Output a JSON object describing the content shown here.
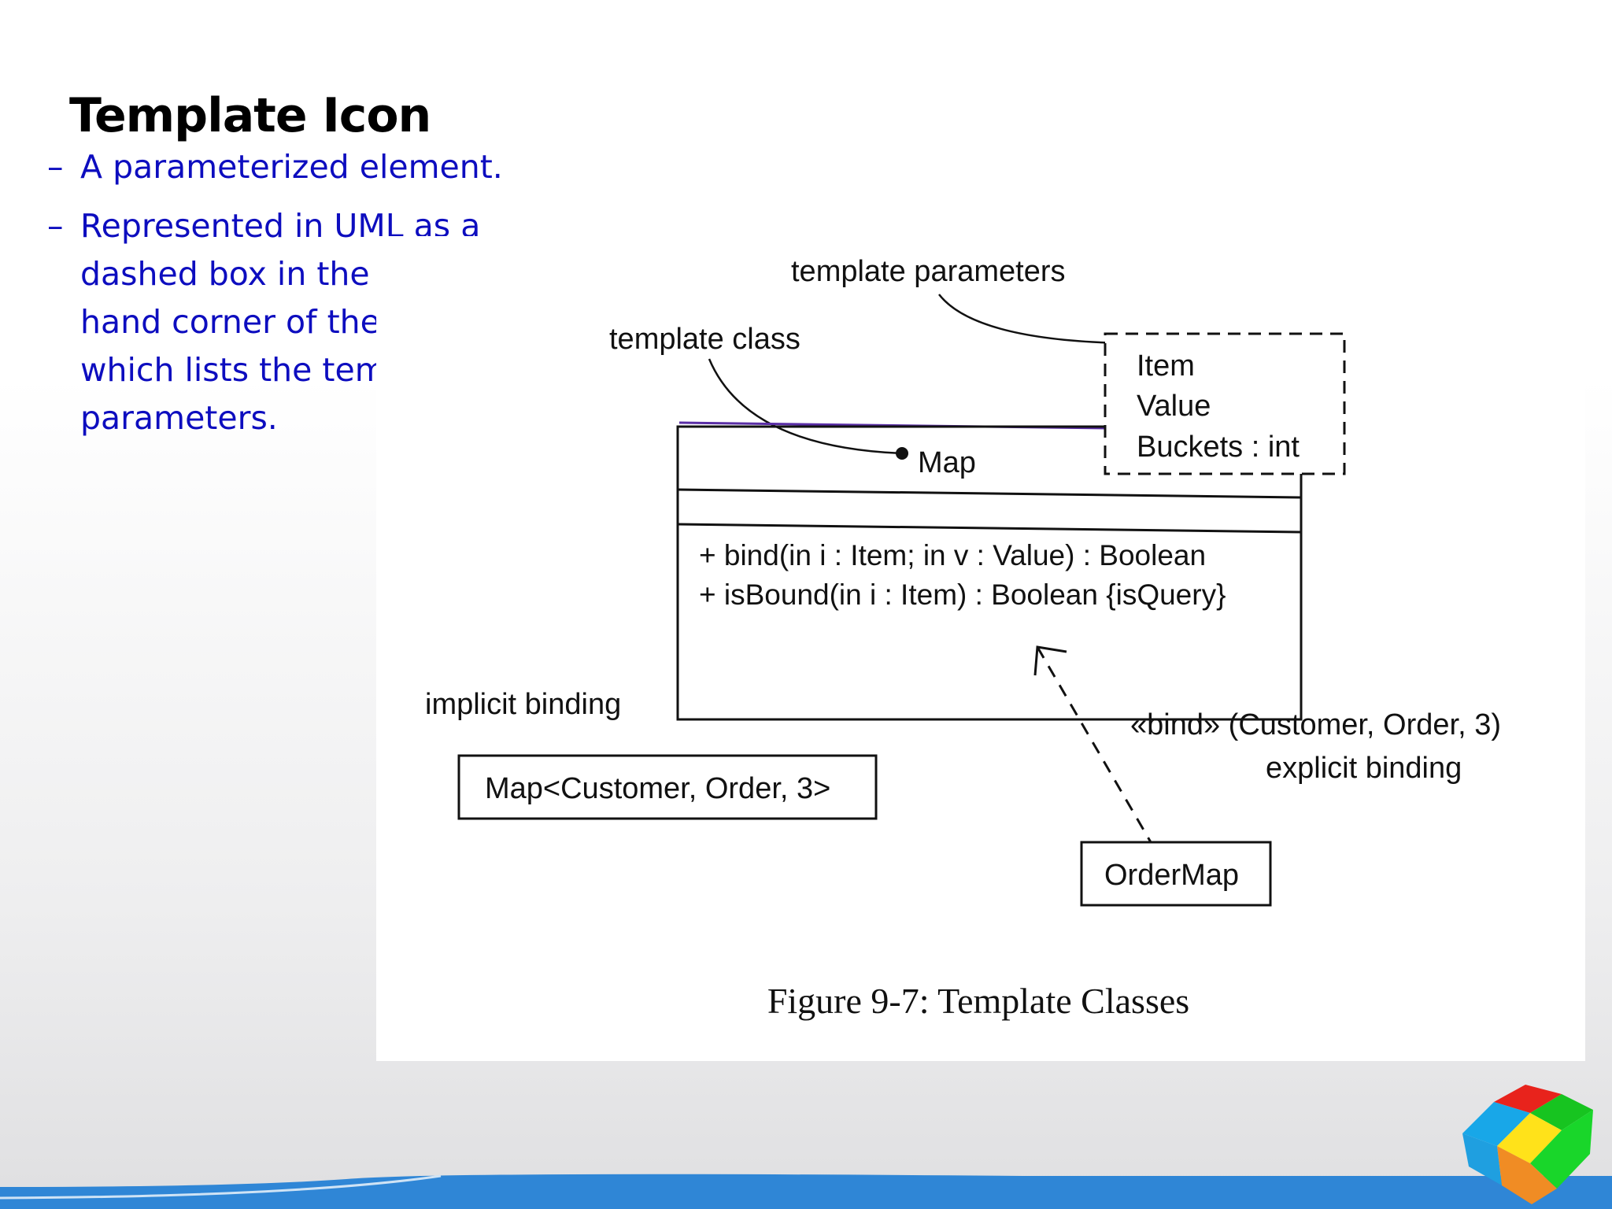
{
  "slide": {
    "title": "Template Icon",
    "bullets": [
      {
        "dash": "–",
        "text": "A parameterized element."
      },
      {
        "dash": "–",
        "text": "Represented in UML as a dashed box in the upper right-hand corner of the class icon, which lists the template parameters."
      }
    ]
  },
  "diagram": {
    "labels": {
      "template_parameters": "template parameters",
      "template_class": "template class",
      "implicit_binding": "implicit binding",
      "bind_args": "«bind» (Customer, Order, 3)",
      "explicit_binding": "explicit binding"
    },
    "template_params": [
      "Item",
      "Value",
      "Buckets : int"
    ],
    "class_name": "Map",
    "operations": [
      "+ bind(in i : Item; in v : Value) : Boolean",
      "+ isBound(in i : Item) : Boolean {isQuery}"
    ],
    "implicit_class": "Map<Customer, Order, 3>",
    "explicit_class": "OrderMap",
    "caption": "Figure 9-7: Template Classes"
  },
  "colors": {
    "title": "#000000",
    "bullet_text": "#0d0dbf",
    "footer_band": "#2f86d6",
    "class_top_edge": "#5a2ea6"
  },
  "logo": {
    "icon": "colored-cube-logo-icon"
  }
}
